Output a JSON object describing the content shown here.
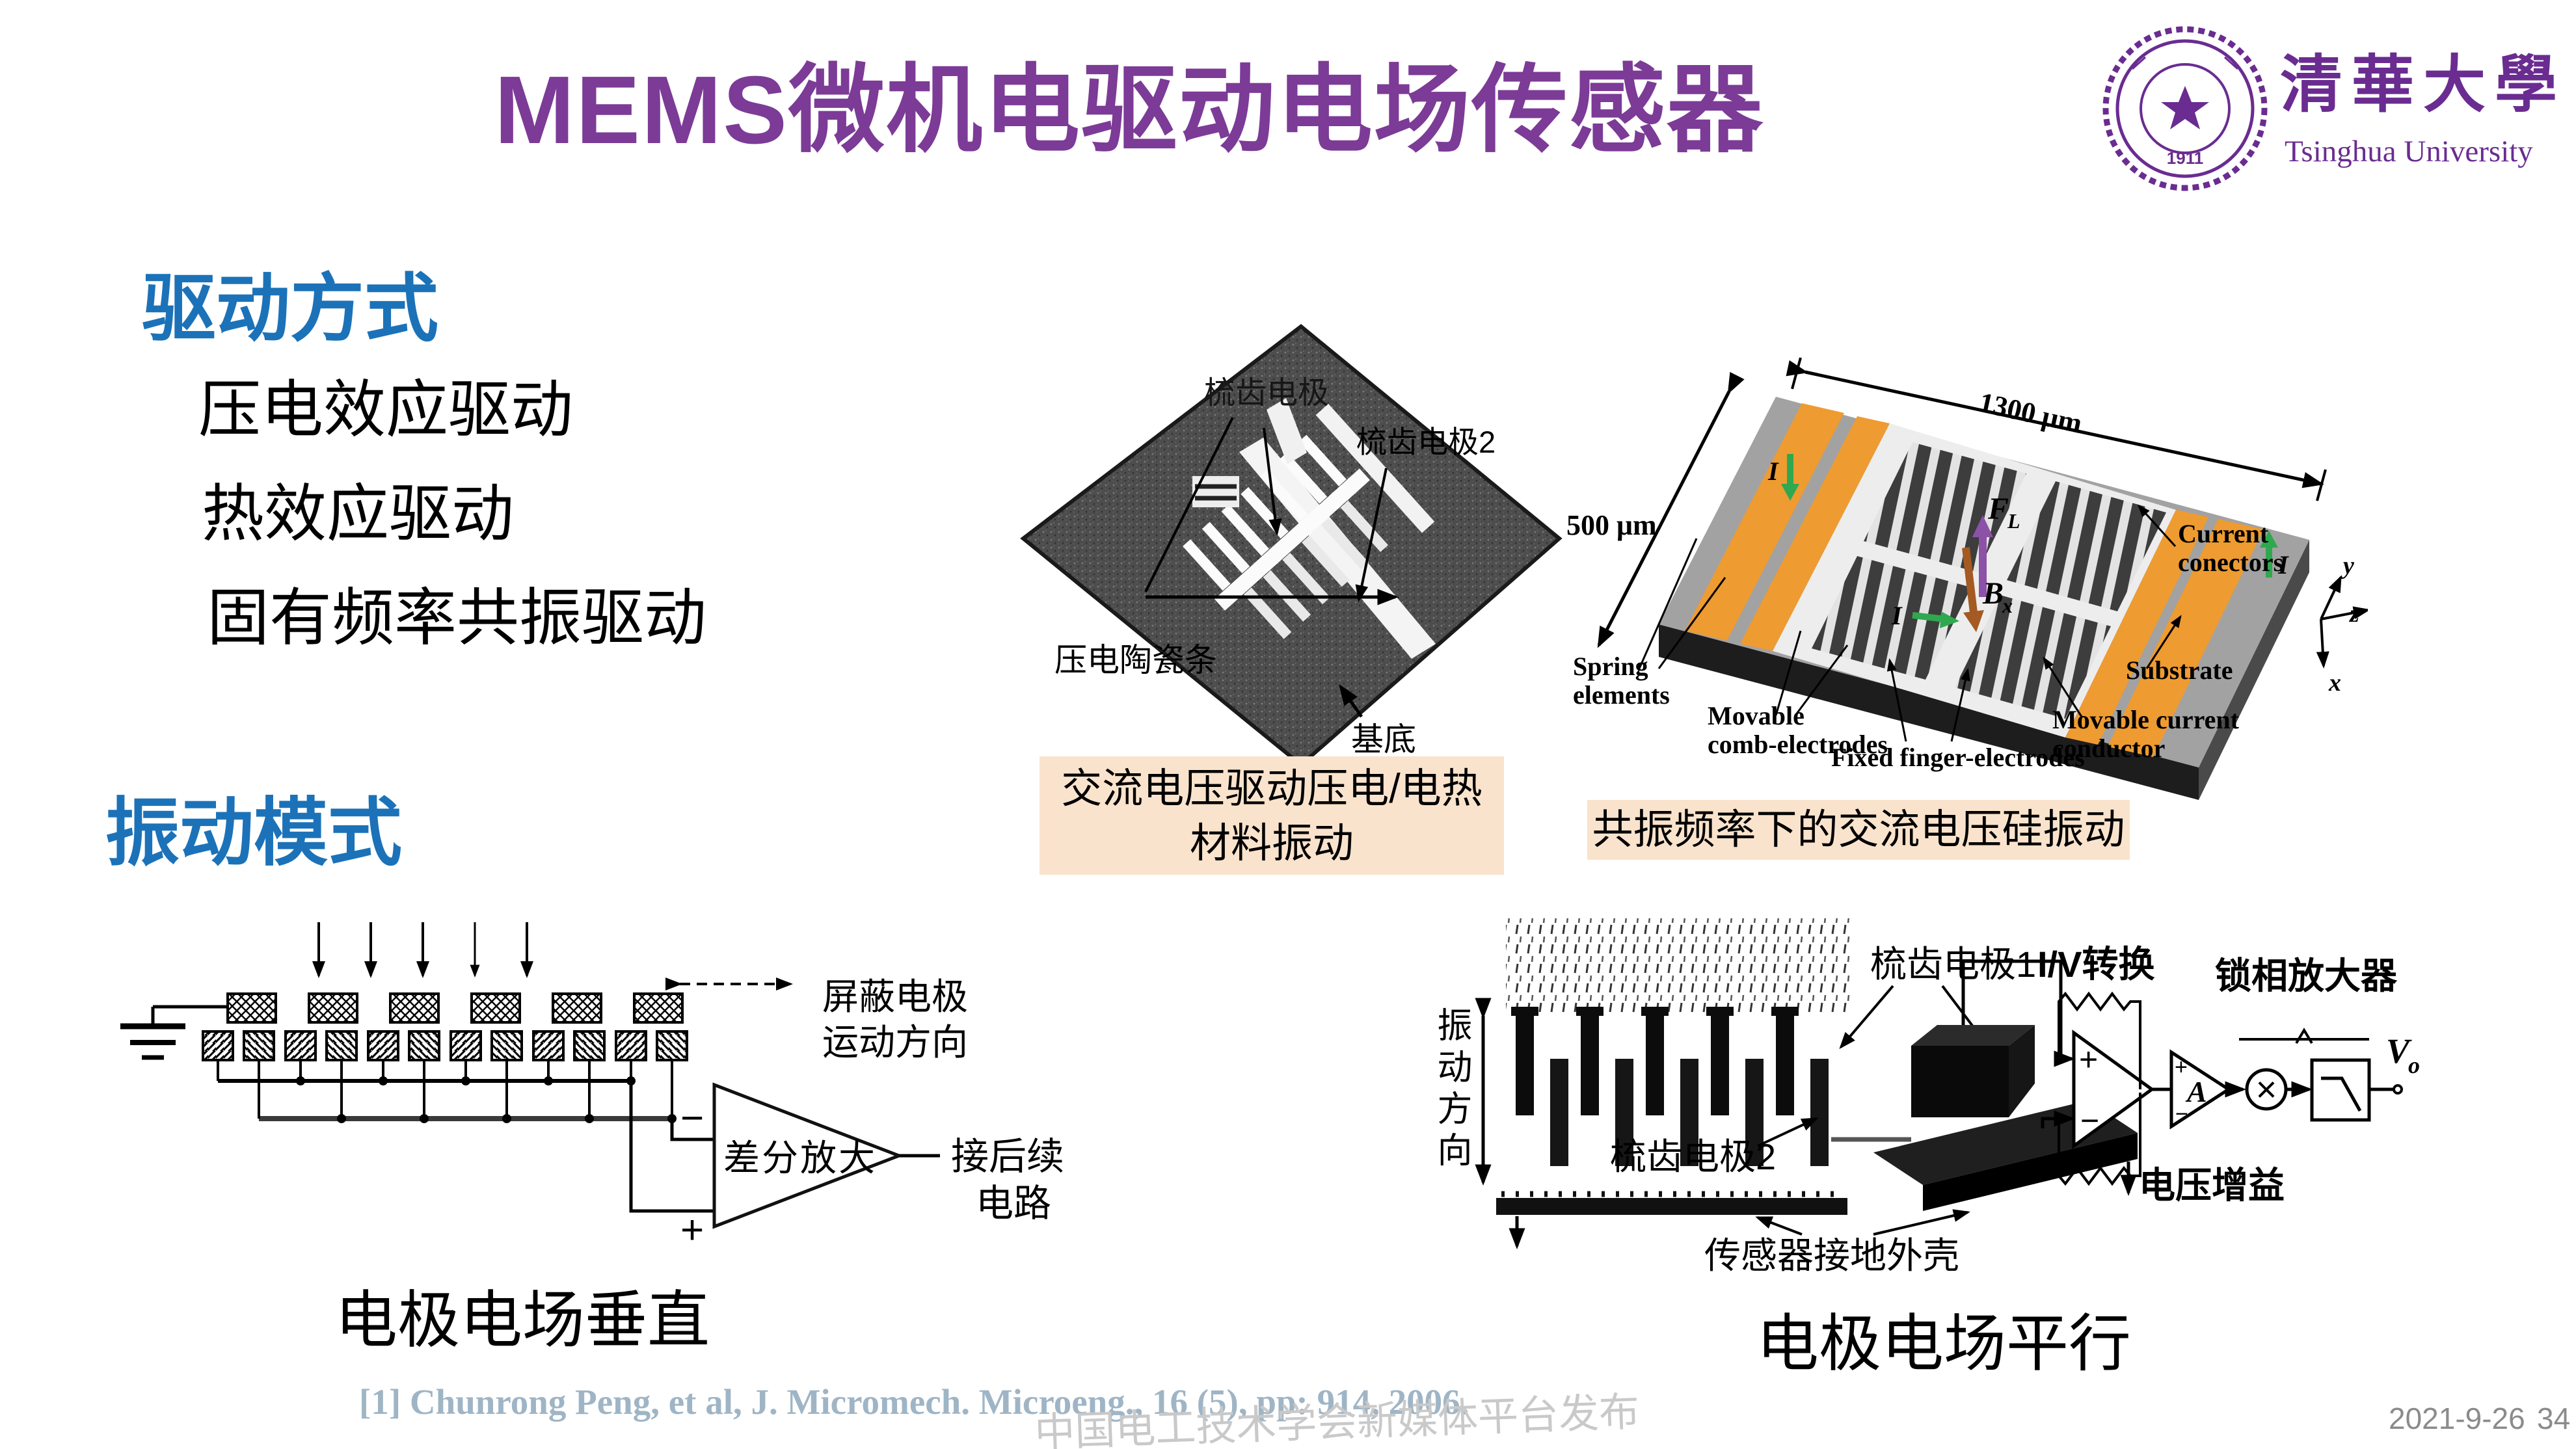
{
  "slide": {
    "title": "MEMS微机电驱动电场传感器",
    "reference": "[1] Chunrong Peng, et al, J. Micromech. Microeng., 16 (5), pp: 914, 2006.",
    "watermark": "中国电工技术学会新媒体平台发布",
    "date": "2021-9-26",
    "page": "34"
  },
  "logo": {
    "zh": "清華大學",
    "en": "Tsinghua University",
    "year": "1911"
  },
  "drive": {
    "heading": "驱动方式",
    "items": [
      "压电效应驱动",
      "热效应驱动",
      "固有频率共振驱动"
    ]
  },
  "vibration": {
    "heading": "振动模式"
  },
  "fig_piezo": {
    "label_comb1": "梳齿电极",
    "label_comb2": "梳齿电极2",
    "label_piezo": "压电陶瓷条",
    "label_base": "基底",
    "caption_line1": "交流电压驱动压电/电热",
    "caption_line2": "材料振动"
  },
  "fig_resonant": {
    "dim_w": "1300 μm",
    "dim_h": "500 μm",
    "fl_f": "F",
    "fl_l": "L",
    "bx_b": "B",
    "bx_x": "x",
    "i": "I",
    "axis_x": "x",
    "axis_y": "y",
    "axis_z": "z",
    "spring_1": "Spring",
    "spring_2": "elements",
    "movable_1": "Movable",
    "movable_2": "comb-electrodes",
    "fixed": "Fixed finger-electrodes",
    "conductor_1": "Movable current",
    "conductor_2": "conductor",
    "substrate": "Substrate",
    "current_1": "Current",
    "current_2": "conectors",
    "caption": "共振频率下的交流电压硅振动"
  },
  "fig_vertical": {
    "shield_1": "屏蔽电极",
    "shield_2": "运动方向",
    "amp": "差分放大",
    "minus": "−",
    "plus": "+",
    "out_1": "接后续",
    "out_2": "电路",
    "label": "电极电场垂直"
  },
  "fig_parallel": {
    "vib": "振动方向",
    "comb1": "梳齿电极1",
    "comb2": "梳齿电极2",
    "ground": "传感器接地外壳",
    "iv": "I/V转换",
    "lockin": "锁相放大器",
    "gain": "电压增益",
    "a": "A",
    "plus": "+",
    "minus": "−",
    "x": "×",
    "vo_v": "V",
    "vo_o": "o",
    "label": "电极电场平行"
  },
  "colors": {
    "title_purple": "#7C3B96",
    "logo_purple": "#6A2C91",
    "heading_blue": "#1C72B8",
    "caption_bg": "#FAE3CC",
    "reference_blue": "#9FB5C6",
    "watermark_gray": "#C9C9C9",
    "footer_gray": "#8B8B8B",
    "chip_orange": "#EE9B31",
    "arrow_green": "#2FA84F",
    "arrow_purple": "#8C52A8",
    "arrow_brown": "#A45A22"
  }
}
